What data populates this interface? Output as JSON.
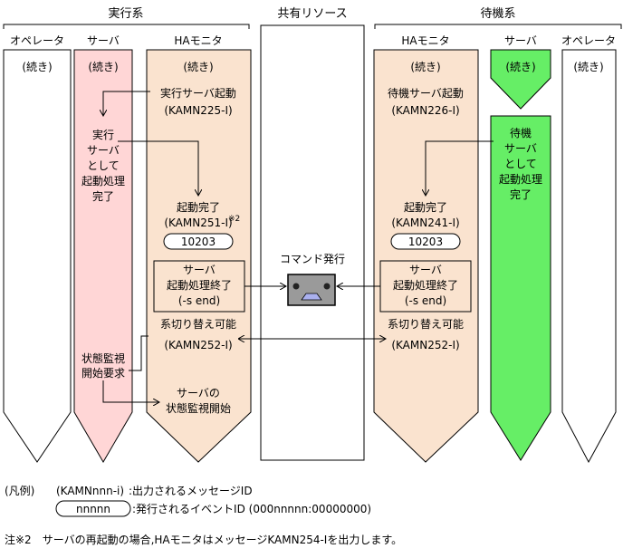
{
  "groups": {
    "active": "実行系",
    "shared": "共有リソース",
    "standby": "待機系"
  },
  "columns": {
    "operator_left": "オペレータ",
    "server_left": "サーバ",
    "ha_left": "HAモニタ",
    "ha_right": "HAモニタ",
    "server_right": "サーバ",
    "operator_right": "オペレータ"
  },
  "continued": "(続き)",
  "active_ha": {
    "start_line1": "実行サーバ起動",
    "start_code": "(KAMN225-I)",
    "done_line1": "起動完了",
    "done_code": "(KAMN251-I)",
    "done_note_mark": "※2",
    "event_id": "10203",
    "end_line1": "サーバ",
    "end_line2": "起動処理終了",
    "end_line3": "(-s end)",
    "switch_line1": "系切り替え可能",
    "switch_code": "(KAMN252-I)",
    "monitor_line1": "サーバの",
    "monitor_line2": "状態監視開始"
  },
  "active_server": {
    "boot_lines": [
      "実行",
      "サーバ",
      "として",
      "起動処理",
      "完了"
    ],
    "monitor_request_lines": [
      "状態監視",
      "開始要求"
    ]
  },
  "shared": {
    "command_label": "コマンド発行"
  },
  "standby_ha": {
    "start_line1": "待機サーバ起動",
    "start_code": "(KAMN226-I)",
    "done_line1": "起動完了",
    "done_code": "(KAMN241-I)",
    "event_id": "10203",
    "end_line1": "サーバ",
    "end_line2": "起動処理終了",
    "end_line3": "(-s end)",
    "switch_line1": "系切り替え可能",
    "switch_code": "(KAMN252-I)"
  },
  "standby_server": {
    "boot_lines": [
      "待機",
      "サーバ",
      "として",
      "起動処理",
      "完了"
    ]
  },
  "legend": {
    "title": "(凡例)",
    "message_sample": "(KAMNnnn-i)",
    "message_desc": ":出力されるメッセージID",
    "event_sample": "nnnnn",
    "event_desc": ":発行されるイベントID (000nnnnn:00000000)"
  },
  "footnote": "注※2　サーバの再起動の場合,HAモニタはメッセージKAMN254-Iを出力します。",
  "colors": {
    "server_active_fill": "#ffd6d6",
    "ha_fill": "#fae3cf",
    "server_standby_fill": "#66ee66",
    "icon_fill": "#9a9a9a",
    "icon_mouth": "#aab0ee",
    "line": "#000000",
    "background": "#ffffff"
  }
}
